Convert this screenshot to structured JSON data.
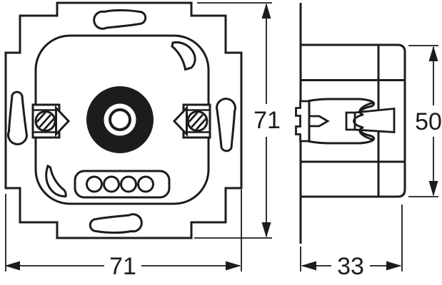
{
  "colors": {
    "background": "#ffffff",
    "line": "#1c1c1c"
  },
  "dimensions": {
    "front_width": "71",
    "front_height": "71",
    "side_height": "50",
    "side_depth": "33"
  }
}
